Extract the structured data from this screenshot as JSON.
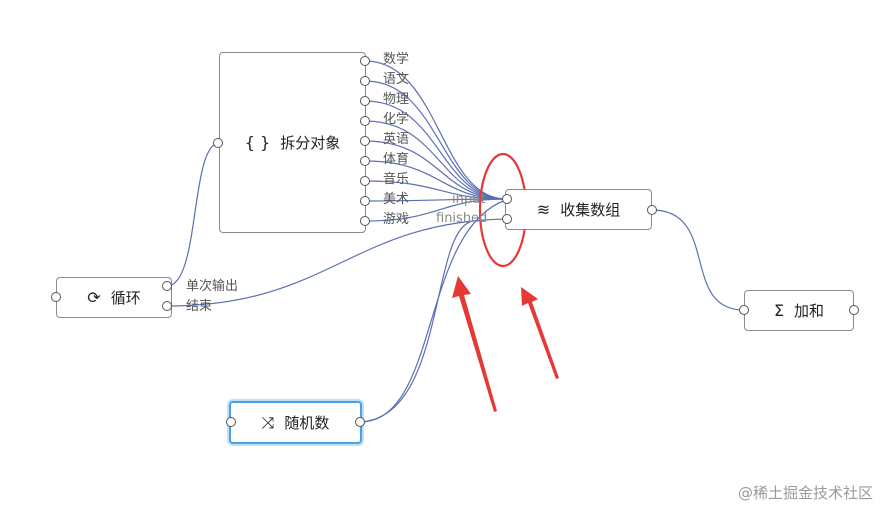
{
  "nodes": {
    "split": {
      "icon": "{ }",
      "label": "拆分对象"
    },
    "loop": {
      "icon": "⟳",
      "label": "循环"
    },
    "collect": {
      "icon": "≋",
      "label": "收集数组"
    },
    "sum": {
      "icon": "Σ",
      "label": "加和"
    },
    "random": {
      "icon": "⤨",
      "label": "随机数"
    }
  },
  "split_outputs": [
    "数学",
    "语文",
    "物理",
    "化学",
    "英语",
    "体育",
    "音乐",
    "美术",
    "游戏"
  ],
  "loop_outputs": [
    "单次输出",
    "结束"
  ],
  "collect_inputs": [
    "input",
    "finished"
  ],
  "watermark": "@稀土掘金技术社区",
  "colors": {
    "edge": "#5b6fb5",
    "annotation": "#e53935",
    "selected_border": "#4aa3e0"
  }
}
